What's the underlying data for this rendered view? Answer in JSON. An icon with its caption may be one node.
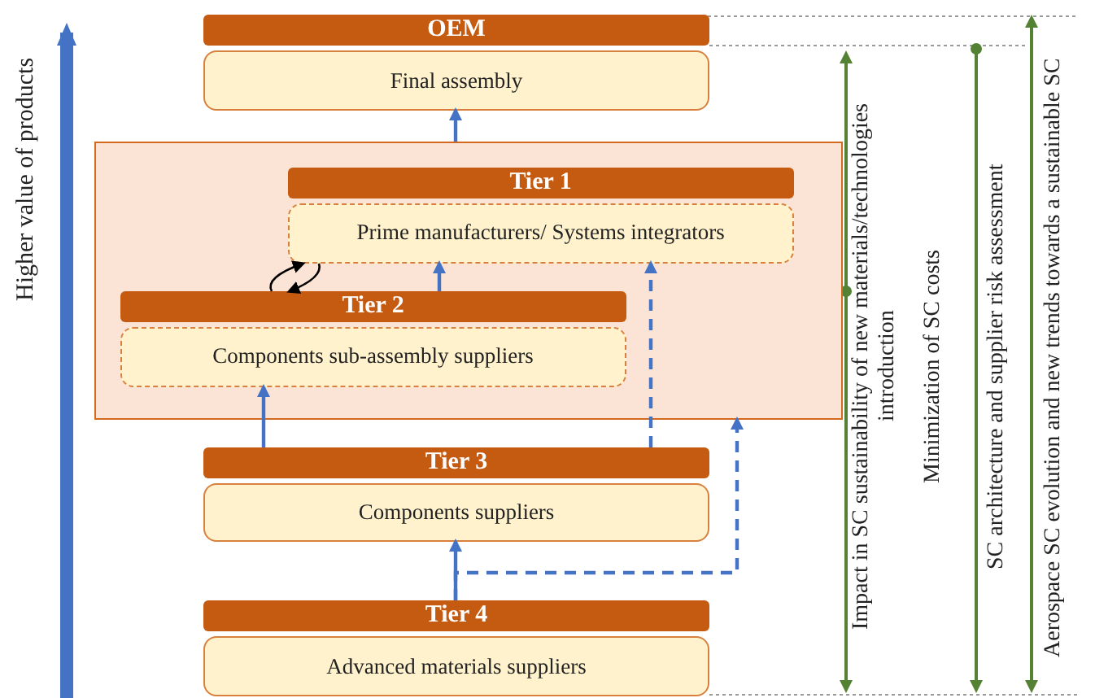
{
  "diagram": {
    "nodes": [
      {
        "text": [
          "OEM",
          "Final assembly"
        ]
      },
      {
        "text": [],
        "shape": "box"
      },
      {
        "text": [
          "Tier 1",
          "Prime manufacturers/ Systems integrators"
        ],
        "in": 1
      },
      {
        "text": [
          "Tier 2",
          "Components sub-assembly suppliers"
        ],
        "in": 1
      },
      {
        "text": [
          "Tier 3",
          "Components suppliers"
        ]
      },
      {
        "text": [
          "Tier 4",
          "Advanced materials suppliers"
        ]
      }
    ],
    "edges": [
      {
        "from": 1,
        "to": 0,
        "arrow": "to"
      },
      {
        "from": 3,
        "to": 2,
        "arrow": "to"
      },
      {
        "from": 3,
        "to": 2,
        "arrow": "to",
        "color": "#000000"
      },
      {
        "from": 2,
        "to": 3,
        "arrow": "to",
        "color": "#000000"
      },
      {
        "from": 4,
        "to": 3,
        "arrow": "to"
      },
      {
        "from": 4,
        "to": 2,
        "arrow": "to",
        "style": "dashed"
      },
      {
        "from": 5,
        "to": 4,
        "arrow": "to"
      },
      {
        "from": 5,
        "to": 1,
        "arrow": "to",
        "style": "dashed"
      }
    ],
    "labels": [
      "Higher value of products",
      "Impact in SC sustainability of new materials/technologies introduction",
      "Minimization of SC costs",
      "SC architecture and supplier risk assessment",
      "Aerospace SC evolution and new trends towards a sustainable SC"
    ]
  }
}
